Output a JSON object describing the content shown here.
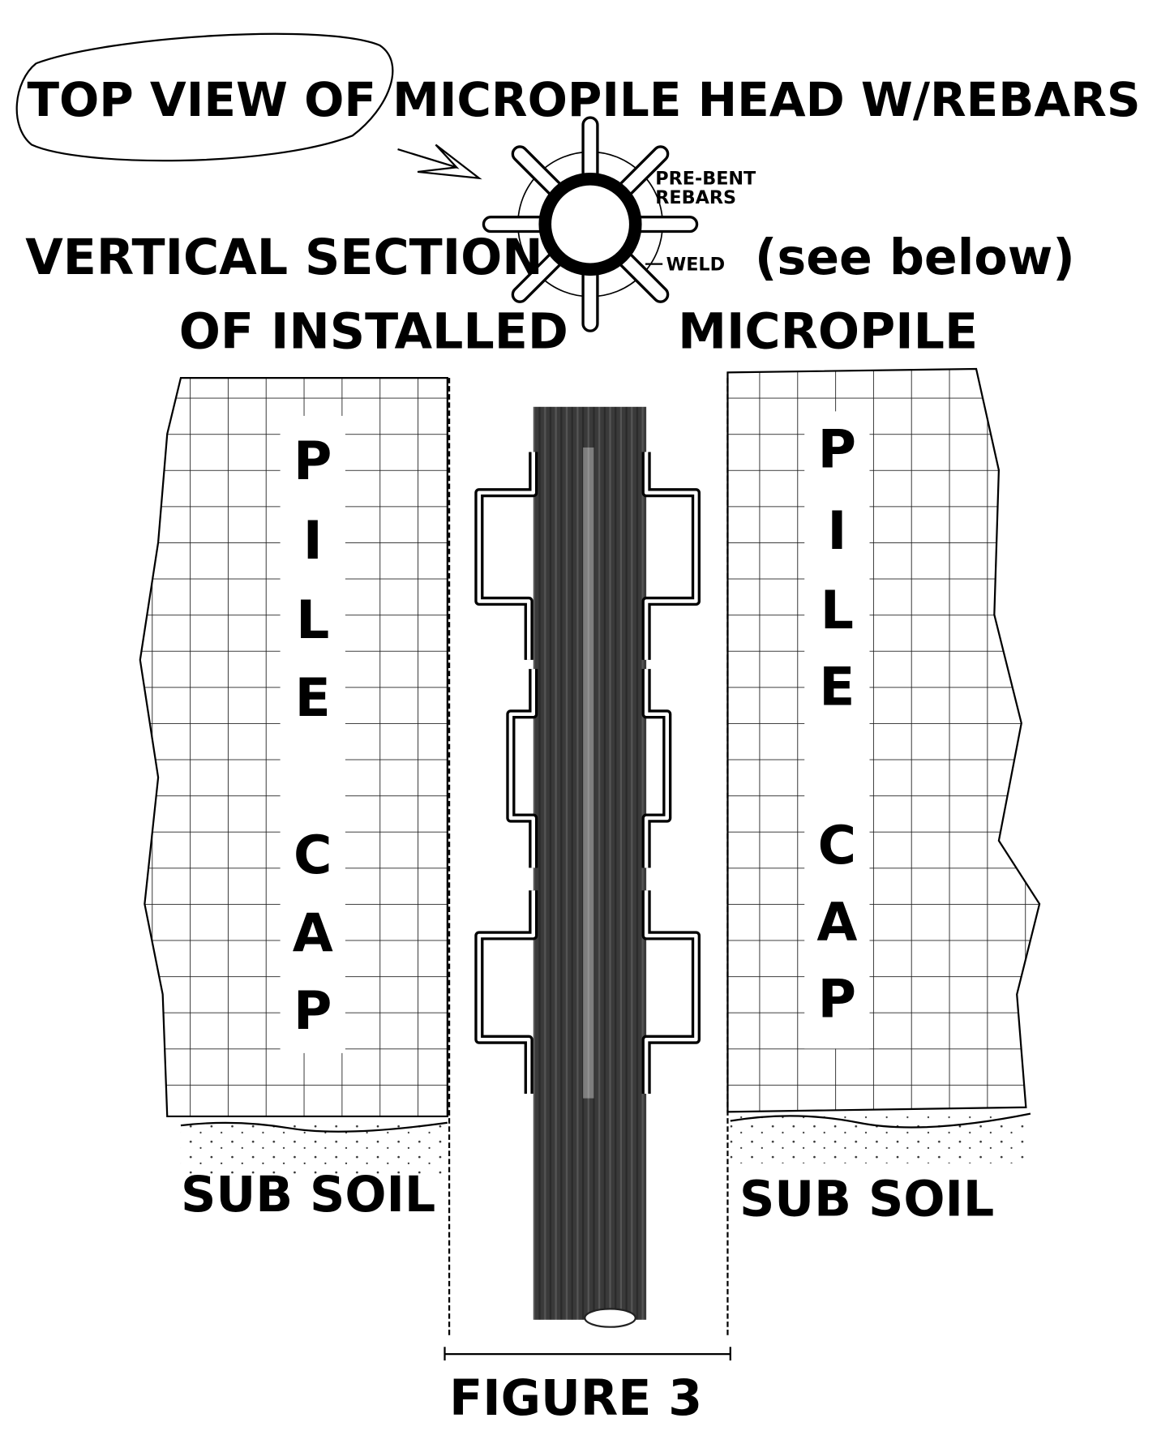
{
  "title": "TOP VIEW OF MICROPILE HEAD W/REBARS",
  "top_view": {
    "rebar_label_line1": "PRE-BENT",
    "rebar_label_line2": "REBARS",
    "weld_label": "WELD"
  },
  "section": {
    "line1_left": "VERTICAL SECTION",
    "line1_right": "(see below)",
    "line2_left": "OF INSTALLED",
    "line2_right": "MICROPILE"
  },
  "pile_cap_left": [
    "P",
    "I",
    "L",
    "E",
    "C",
    "A",
    "P"
  ],
  "pile_cap_right": [
    "P",
    "I",
    "L",
    "E",
    "C",
    "A",
    "P"
  ],
  "sub_soil_left": "SUB SOIL",
  "sub_soil_right": "SUB SOIL",
  "figure_label": "FIGURE 3"
}
